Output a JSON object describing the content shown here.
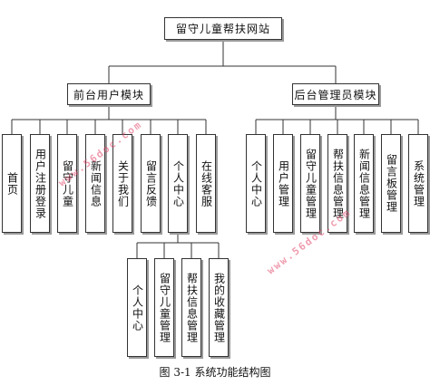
{
  "root": {
    "label": "留守儿童帮扶网站"
  },
  "front": {
    "label": "前台用户模块",
    "children": [
      "首页",
      "用户注册登录",
      "留守儿童",
      "新闻信息",
      "关于我们",
      "留言反馈",
      "个人中心",
      "在线客服"
    ]
  },
  "personal": {
    "children": [
      "个人中心",
      "留守儿童管理",
      "帮扶信息管理",
      "我的收藏管理"
    ]
  },
  "back": {
    "label": "后台管理员模块",
    "children": [
      "个人中心",
      "用户管理",
      "留守儿童管理",
      "帮扶信息管理",
      "新闻信息管理",
      "留言板管理",
      "系统管理"
    ]
  },
  "caption": "图 3-1  系统功能结构图",
  "watermarks": [
    "www.56doc.com",
    "www.56doc.com"
  ]
}
